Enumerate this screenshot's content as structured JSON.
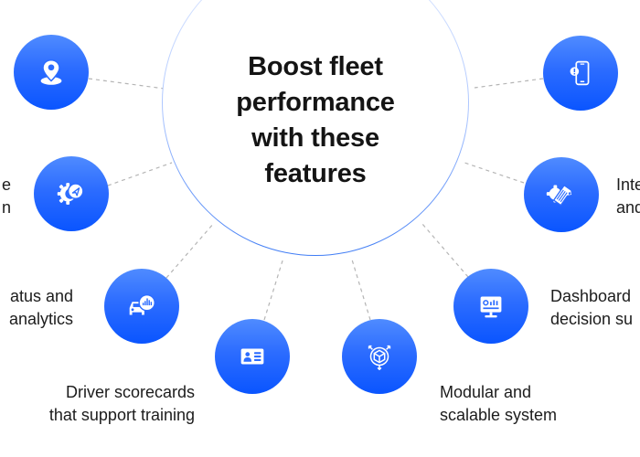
{
  "hub": {
    "title_lines": [
      "Boost fleet",
      "performance",
      "with these",
      "features"
    ]
  },
  "accent_color": "#2c6cff",
  "features": [
    {
      "id": "location",
      "icon": "location-pin-icon",
      "label_lines": [
        "",
        ""
      ]
    },
    {
      "id": "route",
      "icon": "gear-navigation-icon",
      "label_lines": [
        "e",
        "n"
      ]
    },
    {
      "id": "status",
      "icon": "car-analytics-icon",
      "label_lines": [
        "atus and",
        "analytics"
      ]
    },
    {
      "id": "scorecards",
      "icon": "id-card-icon",
      "label_lines": [
        "Driver scorecards",
        "that support training"
      ]
    },
    {
      "id": "modular",
      "icon": "cube-expand-icon",
      "label_lines": [
        "Modular and",
        "scalable system"
      ]
    },
    {
      "id": "dashboards",
      "icon": "monitor-chart-icon",
      "label_lines": [
        "Dashboard",
        "decision su"
      ]
    },
    {
      "id": "integrations",
      "icon": "gear-tag-icon",
      "label_lines": [
        "Inte",
        "and"
      ]
    },
    {
      "id": "alerts",
      "icon": "phone-alert-icon",
      "label_lines": [
        "",
        ""
      ]
    }
  ]
}
